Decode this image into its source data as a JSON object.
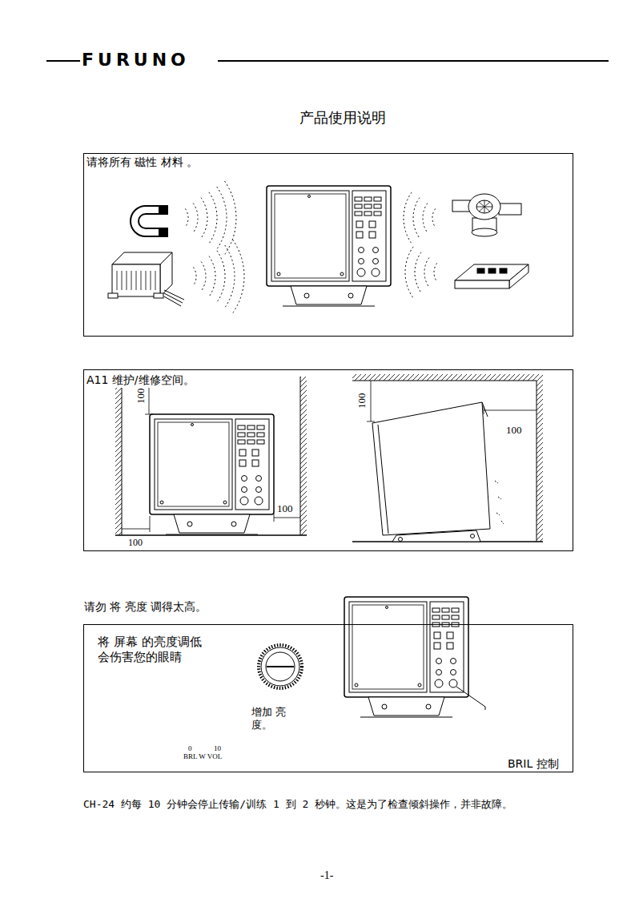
{
  "diagram": {
    "title": "产品使用说明",
    "nodes": [
      {
        "text": [
          "请将所有 磁性 材料 。"
        ]
      },
      {
        "text": [
          "A11 维护/维修空间。"
        ]
      },
      {
        "text": [
          "请勿 将 亮度 调得太高。",
          "将 屏幕 的亮度调低 会伤害您的眼睛"
        ]
      }
    ],
    "labels": [
      "FURUNO",
      "100",
      "100",
      "100",
      "100",
      "100",
      "增加 亮度。",
      "0",
      "10",
      "BRL W VOL",
      "BRIL 控制",
      "CH-24 约每 10 分钟会停止传输/训练 1 到 2 秒钟。这是为了检查倾斜操作，并非故障。",
      "-1-"
    ]
  }
}
